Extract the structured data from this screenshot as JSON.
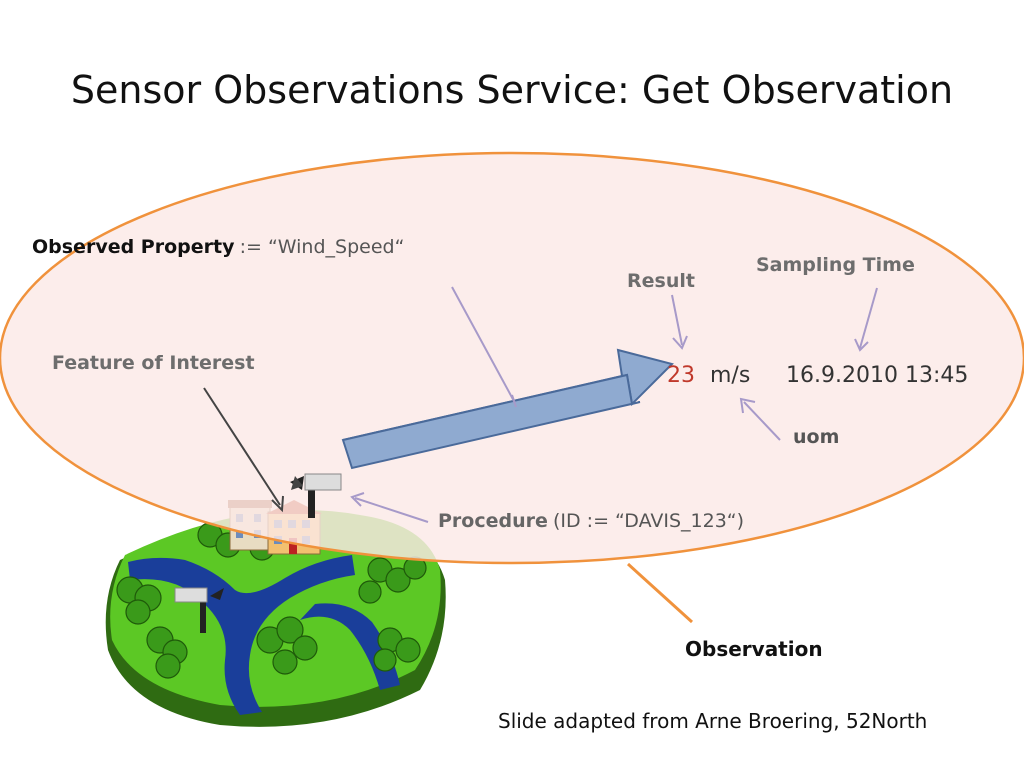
{
  "slide": {
    "title": "Sensor Observations Service: Get Observation",
    "observed_property_label": "Observed Property",
    "observed_property_value": ":= “Wind_Speed“",
    "feature_label": "Feature of Interest",
    "result_label": "Result",
    "sampling_time_label": "Sampling Time",
    "result_value": "23",
    "unit": "m/s",
    "timestamp": "16.9.2010 13:45",
    "uom_label": "uom",
    "procedure_label": "Procedure",
    "procedure_value": "(ID := “DAVIS_123“)",
    "observation_label": "Observation",
    "credit": "Slide adapted from Arne Broering, 52North"
  },
  "colors": {
    "ellipse_fill": "#fbe9e7",
    "ellipse_stroke": "#f0923c",
    "arrow_fill": "#8faad0",
    "arrow_stroke": "#4a6a9a",
    "pointer": "#a79ac9",
    "island_grass": "#5cc825",
    "river": "#1a3e9a",
    "result_red": "#c0392b"
  }
}
